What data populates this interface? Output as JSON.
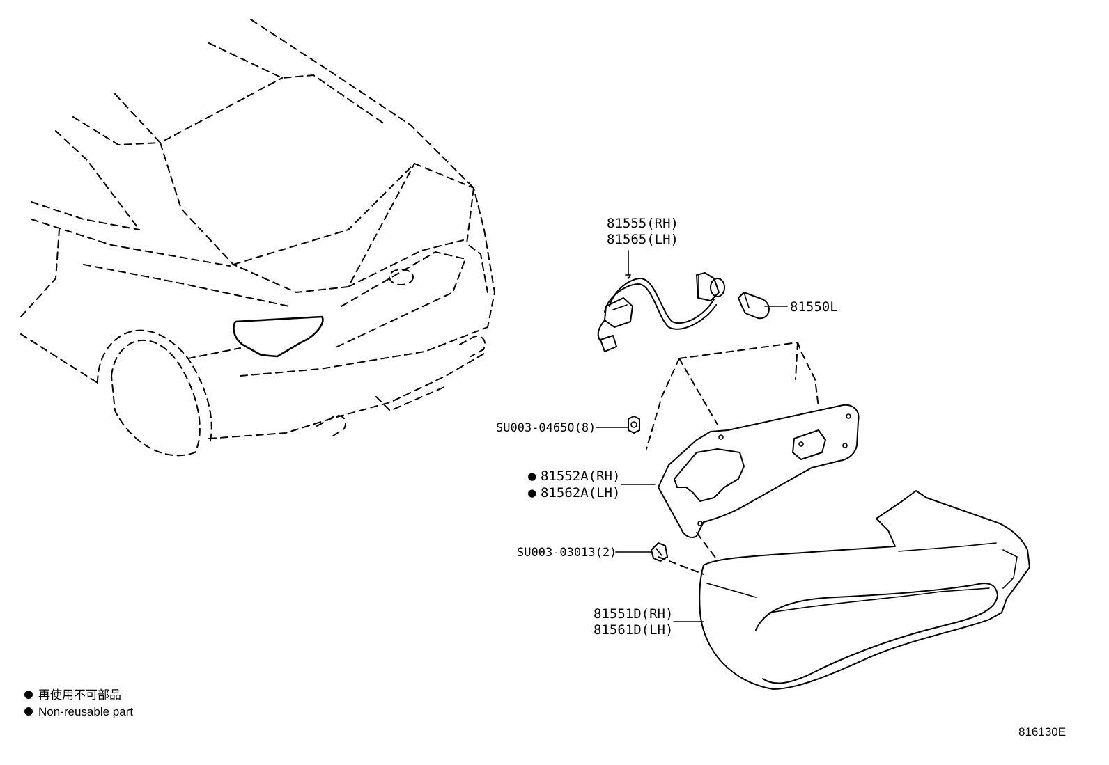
{
  "parts": {
    "socket_rh": "81555(RH)",
    "socket_lh": "81565(LH)",
    "bulb": "81550L",
    "nut": "SU003-04650(8)",
    "gasket_rh": "81552A(RH)",
    "gasket_lh": "81562A(LH)",
    "clip": "SU003-03013(2)",
    "lamp_rh": "81551D(RH)",
    "lamp_lh": "81561D(LH)"
  },
  "legend": {
    "marker": "●",
    "japanese": "再使用不可部品",
    "english": "Non-reusable part"
  },
  "diagram_code": "816130E"
}
